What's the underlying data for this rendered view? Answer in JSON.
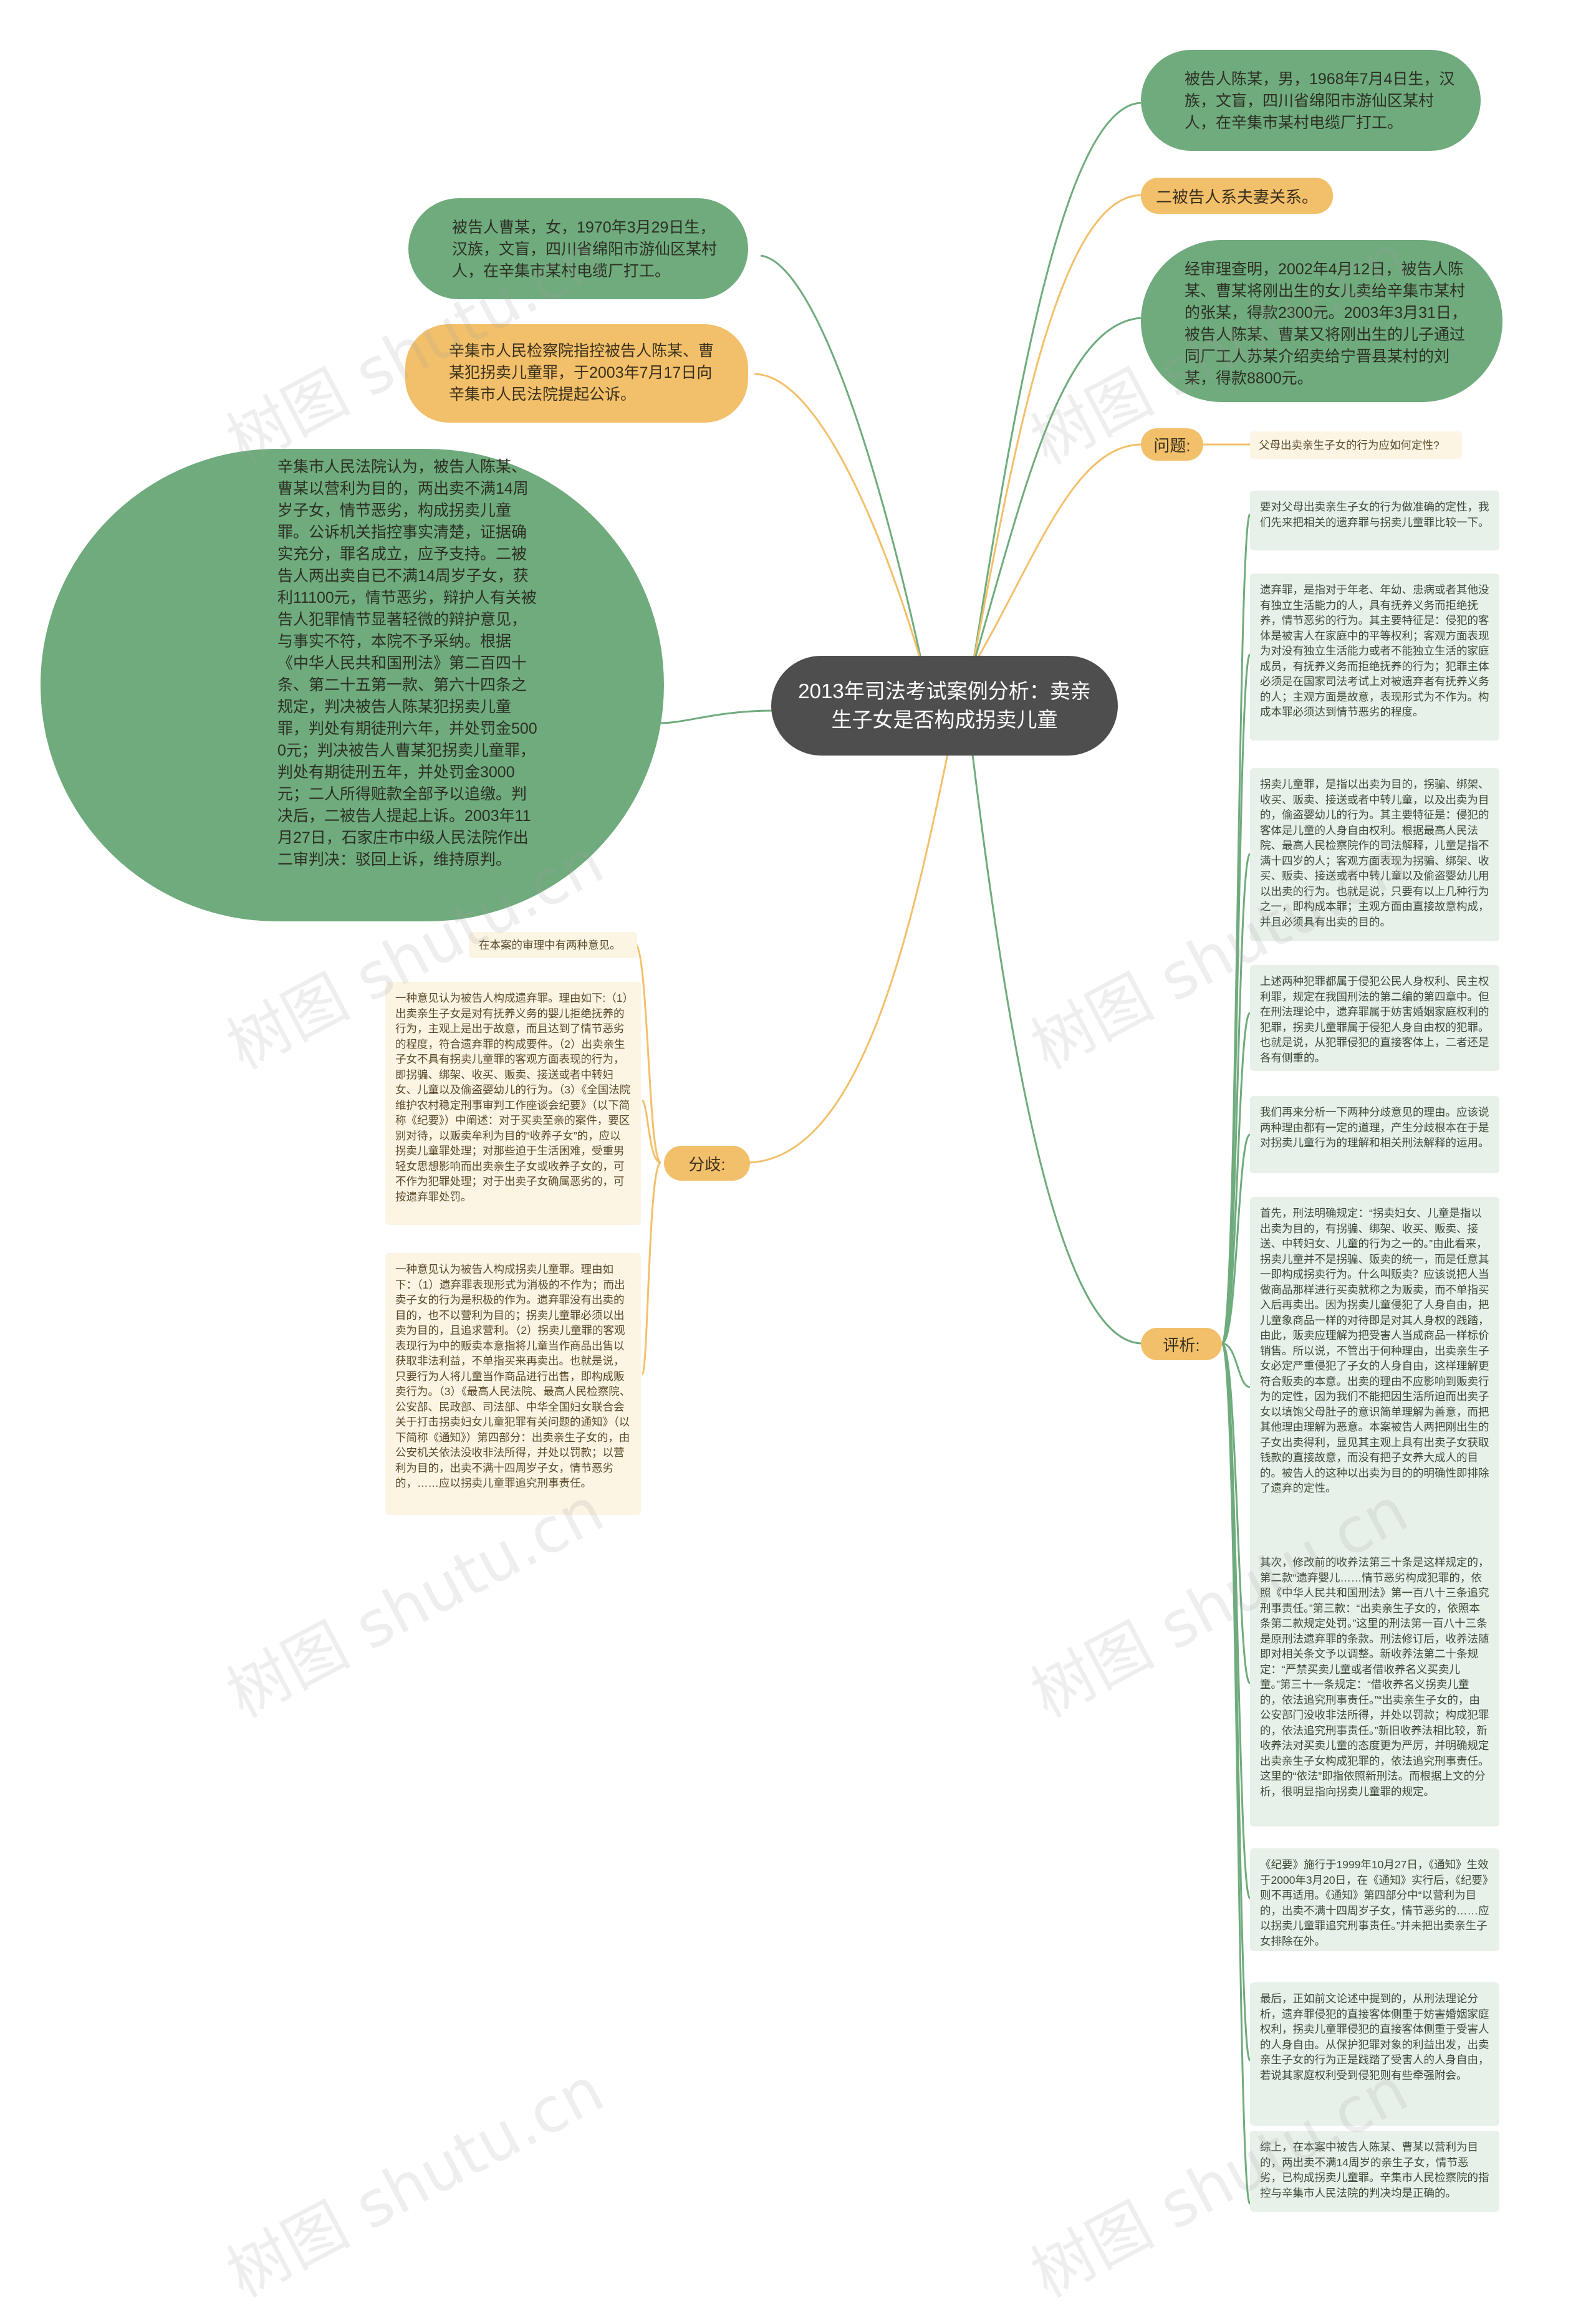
{
  "center": {
    "title": "2013年司法考试案例分析：卖亲生子女是否构成拐卖儿童"
  },
  "left": {
    "defendant_cao": "被告人曹某，女，1970年3月29日生，汉族，文盲，四川省绵阳市游仙区某村人，在辛集市某村电缆厂打工。",
    "prosecution": "辛集市人民检察院指控被告人陈某、曹某犯拐卖儿童罪，于2003年7月17日向辛集市人民法院提起公诉。",
    "court_ruling": "辛集市人民法院认为，被告人陈某、曹某以营利为目的，两出卖不满14周岁子女，情节恶劣，构成拐卖儿童罪。公诉机关指控事实清楚，证据确实充分，罪名成立，应予支持。二被告人两出卖自已不满14周岁子女，获利11100元，情节恶劣，辩护人有关被告人犯罪情节显著轻微的辩护意见，与事实不符，本院不予采纳。根据《中华人民共和国刑法》第二百四十条、第二十五第一款、第六十四条之规定，判决被告人陈某犯拐卖儿童罪，判处有期徒刑六年，并处罚金5000元；判决被告人曹某犯拐卖儿童罪，判处有期徒刑五年，并处罚金3000元；二人所得赃款全部予以追缴。判决后，二被告人提起上诉。2003年11月27日，石家庄市中级人民法院作出二审判决：驳回上诉，维持原判。",
    "branch_label": "分歧:",
    "disagreement": [
      "在本案的审理中有两种意见。",
      "一种意见认为被告人构成遗弃罪。理由如下:（1）出卖亲生子女是对有抚养义务的婴儿拒绝抚养的行为，主观上是出于故意，而且达到了情节恶劣的程度，符合遗弃罪的构成要件。（2）出卖亲生子女不具有拐卖儿童罪的客观方面表现的行为，即拐骗、绑架、收买、贩卖、接送或者中转妇女、儿童以及偷盗婴幼儿的行为。（3）《全国法院维护农村稳定刑事审判工作座谈会纪要》（以下简称《纪要》）中阐述：对于买卖至亲的案件，要区别对待，以贩卖牟利为目的“收养子女”的，应以拐卖儿童罪处理；对那些迫于生活困难，受重男轻女思想影响而出卖亲生子女或收养子女的，可不作为犯罪处理；对于出卖子女确属恶劣的，可按遗弃罪处罚。",
      "一种意见认为被告人构成拐卖儿童罪。理由如下：（1）遗弃罪表现形式为消极的不作为；而出卖子女的行为是积极的作为。遗弃罪没有出卖的目的，也不以营利为目的；拐卖儿童罪必须以出卖为目的，且追求营利。（2）拐卖儿童罪的客观表现行为中的贩卖本意指将儿童当作商品出售以获取非法利益，不单指买来再卖出。也就是说，只要行为人将儿童当作商品进行出售，即构成贩卖行为。（3）《最高人民法院、最高人民检察院、公安部、民政部、司法部、中华全国妇女联合会关于打击拐卖妇女儿童犯罪有关问题的通知》（以下简称《通知》）第四部分：出卖亲生子女的，由公安机关依法没收非法所得，并处以罚款；以营利为目的，出卖不满十四周岁子女，情节恶劣的，……应以拐卖儿童罪追究刑事责任。"
    ]
  },
  "right": {
    "defendant_chen": "被告人陈某，男，1968年7月4日生，汉族，文盲，四川省绵阳市游仙区某村人，在辛集市某村电缆厂打工。",
    "relation": "二被告人系夫妻关系。",
    "facts": "经审理查明，2002年4月12日，被告人陈某、曹某将刚出生的女儿卖给辛集市某村的张某，得款2300元。2003年3月31日，被告人陈某、曹某又将刚出生的儿子通过同厂工人苏某介绍卖给宁晋县某村的刘某，得款8800元。",
    "question_label": "问题:",
    "question": "父母出卖亲生子女的行为应如何定性?",
    "analysis_label": "评析:",
    "analysis": [
      "要对父母出卖亲生子女的行为做准确的定性，我们先来把相关的遗弃罪与拐卖儿童罪比较一下。",
      "遗弃罪，是指对于年老、年幼、患病或者其他没有独立生活能力的人，具有抚养义务而拒绝抚养，情节恶劣的行为。其主要特征是：侵犯的客体是被害人在家庭中的平等权利；客观方面表现为对没有独立生活能力或者不能独立生活的家庭成员，有抚养义务而拒绝抚养的行为；犯罪主体必须是在国家司法考试上对被遗弃者有抚养义务的人；主观方面是故意，表现形式为不作为。构成本罪必须达到情节恶劣的程度。",
      "拐卖儿童罪，是指以出卖为目的，拐骗、绑架、收买、贩卖、接送或者中转儿童，以及出卖为目的，偷盗婴幼儿的行为。其主要特征是：侵犯的客体是儿童的人身自由权利。根据最高人民法院、最高人民检察院作的司法解释，儿童是指不满十四岁的人；客观方面表现为拐骗、绑架、收买、贩卖、接送或者中转儿童以及偷盗婴幼儿用以出卖的行为。也就是说，只要有以上几种行为之一，即构成本罪；主观方面由直接故意构成，并且必须具有出卖的目的。",
      "上述两种犯罪都属于侵犯公民人身权利、民主权利罪，规定在我国刑法的第二编的第四章中。但在刑法理论中，遗弃罪属于妨害婚姻家庭权利的犯罪，拐卖儿童罪属于侵犯人身自由权的犯罪。也就是说，从犯罪侵犯的直接客体上，二者还是各有侧重的。",
      "我们再来分析一下两种分歧意见的理由。应该说两种理由都有一定的道理，产生分歧根本在于是对拐卖儿童行为的理解和相关刑法解释的运用。",
      "首先，刑法明确规定：“拐卖妇女、儿童是指以出卖为目的，有拐骗、绑架、收买、贩卖、接送、中转妇女、儿童的行为之一的。”由此看来，拐卖儿童并不是拐骗、贩卖的统一，而是任意其一即构成拐卖行为。什么叫贩卖？应该说把人当做商品那样进行买卖就称之为贩卖，而不单指买入后再卖出。因为拐卖儿童侵犯了人身自由，把儿童象商品一样的对待即是对其人身权的践踏，由此，贩卖应理解为把受害人当成商品一样标价销售。所以说，不管出于何种理由，出卖亲生子女必定严重侵犯了子女的人身自由，这样理解更符合贩卖的本意。出卖的理由不应影响到贩卖行为的定性，因为我们不能把因生活所迫而出卖子女以填饱父母肚子的意识简单理解为善意，而把其他理由理解为恶意。本案被告人两把刚出生的子女出卖得利，显见其主观上具有出卖子女获取钱款的直接故意，而没有把子女养大成人的目的。被告人的这种以出卖为目的的明确性即排除了遗弃的定性。",
      "其次，修改前的收养法第三十条是这样规定的，第二款“遗弃婴儿……情节恶劣构成犯罪的，依照《中华人民共和国刑法》第一百八十三条追究刑事责任。”第三款：“出卖亲生子女的，依照本条第二款规定处罚。”这里的刑法第一百八十三条是原刑法遗弃罪的条款。刑法修订后，收养法随即对相关条文予以调整。新收养法第二十条规定：“严禁买卖儿童或者借收养名义买卖儿童。”第三十一条规定：“借收养名义拐卖儿童的，依法追究刑事责任。”“出卖亲生子女的，由公安部门没收非法所得，并处以罚款；构成犯罪的，依法追究刑事责任。”新旧收养法相比较，新收养法对买卖儿童的态度更为严厉，并明确规定出卖亲生子女构成犯罪的，依法追究刑事责任。这里的“依法”即指依照新刑法。而根据上文的分析，很明显指向拐卖儿童罪的规定。",
      "《纪要》施行于1999年10月27日，《通知》生效于2000年3月20日，在《通知》实行后，《纪要》则不再适用。《通知》第四部分中“以营利为目的，出卖不满十四周岁子女，情节恶劣的……应以拐卖儿童罪追究刑事责任。”并未把出卖亲生子女排除在外。",
      "最后，正如前文论述中提到的，从刑法理论分析，遗弃罪侵犯的直接客体侧重于妨害婚姻家庭权利，拐卖儿童罪侵犯的直接客体侧重于受害人的人身自由。从保护犯罪对象的利益出发，出卖亲生子女的行为正是践踏了受害人的人身自由，若说其家庭权利受到侵犯则有些牵强附会。",
      "综上，在本案中被告人陈某、曹某以营利为目的，两出卖不满14周岁的亲生子女，情节恶劣，已构成拐卖儿童罪。辛集市人民检察院的指控与辛集市人民法院的判决均是正确的。"
    ]
  },
  "watermark": "树图 shutu.cn",
  "colors": {
    "green": "#6fab7d",
    "amber": "#f2c06a",
    "center": "#4e4e4e",
    "line": "#f2c06a",
    "line_green": "#6fab7d"
  }
}
